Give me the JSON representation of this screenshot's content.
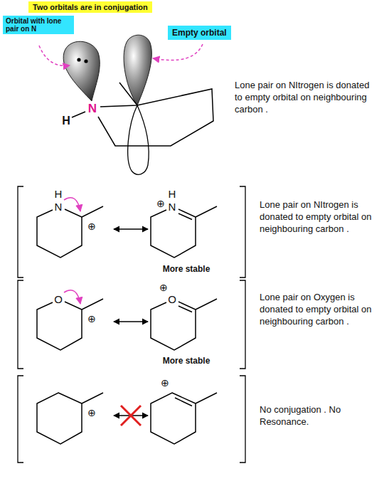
{
  "diagram": {
    "nodes": [
      {
        "text": [
          "Two orbitals are in conjugation"
        ]
      },
      {
        "text": [
          "Empty orbital"
        ]
      },
      {
        "text": [
          "Orbital with lone pair on N"
        ]
      }
    ],
    "labels": [
      "H",
      "N",
      "Lone pair on NItrogen is donated to empty orbital on neighbouring carbon .",
      "H",
      "N",
      "⊕",
      "H",
      "⊕",
      "N",
      "More stable",
      "Lone pair on NItrogen is donated to empty orbital on neighbouring carbon .",
      "O",
      "⊕",
      "⊕",
      "O",
      "More stable",
      "Lone pair on Oxygen is donated to empty orbital on neighbouring carbon .",
      "⊕",
      "⊕",
      "No conjugation . No Resonance."
    ]
  }
}
